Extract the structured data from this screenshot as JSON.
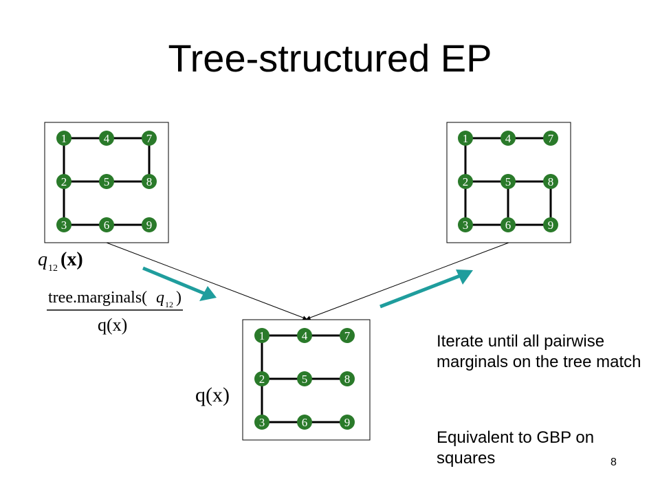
{
  "slide": {
    "title": "Tree-structured EP",
    "page_number": "8"
  },
  "colors": {
    "node_fill": "#2a7a2a",
    "edge": "#000000",
    "arrow_accent": "#1f9d9d"
  },
  "nodes": [
    "1",
    "2",
    "3",
    "4",
    "5",
    "6",
    "7",
    "8",
    "9"
  ],
  "math_labels": {
    "q12": "q",
    "q12_sub": "12",
    "x_arg": "(x)",
    "fraction_num_prefix": "tree.marginals(",
    "fraction_num_q": "q",
    "fraction_num_sub": "12",
    "fraction_num_suffix": ")",
    "fraction_den": "q(x)",
    "qx": "q(x)"
  },
  "notes": {
    "line1": "Iterate until all pairwise marginals on the tree match",
    "line2": "Equivalent to GBP on squares"
  }
}
